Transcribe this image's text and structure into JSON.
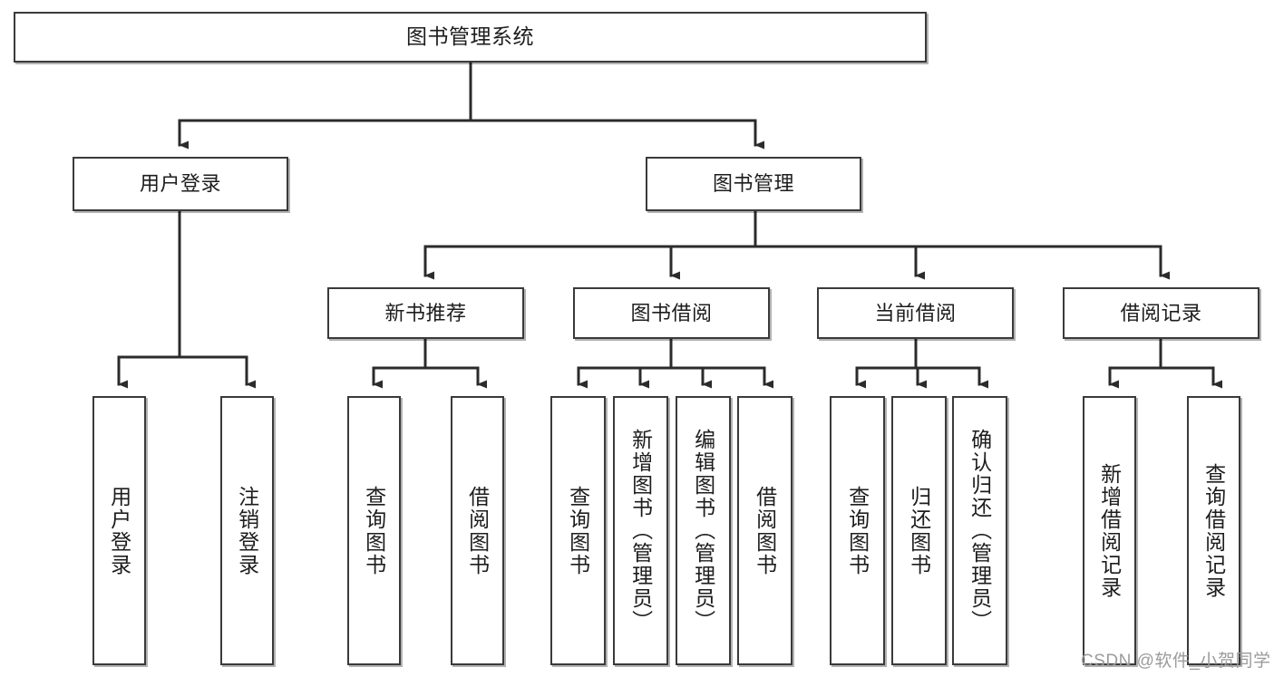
{
  "diagram": {
    "title": "图书管理系统",
    "type": "tree-hierarchy-chart",
    "root": {
      "label": "图书管理系统"
    },
    "level2": [
      {
        "label": "用户登录"
      },
      {
        "label": "图书管理"
      }
    ],
    "level3": [
      {
        "label": "新书推荐"
      },
      {
        "label": "图书借阅"
      },
      {
        "label": "当前借阅"
      },
      {
        "label": "借阅记录"
      }
    ],
    "leaves": {
      "user_login": [
        {
          "label": "用户登录"
        },
        {
          "label": "注销登录"
        }
      ],
      "new_book_recommend": [
        {
          "label": "查询图书"
        },
        {
          "label": "借阅图书"
        }
      ],
      "book_borrow": [
        {
          "label": "查询图书"
        },
        {
          "label": "新增图书（管理员）"
        },
        {
          "label": "编辑图书（管理员）"
        },
        {
          "label": "借阅图书"
        }
      ],
      "current_borrow": [
        {
          "label": "查询图书"
        },
        {
          "label": "归还图书"
        },
        {
          "label": "确认归还（管理员）"
        }
      ],
      "borrow_record": [
        {
          "label": "新增借阅记录"
        },
        {
          "label": "查询借阅记录"
        }
      ]
    }
  },
  "watermark": {
    "text": "CSDN @软件_小贺同学"
  },
  "colors": {
    "border": "#3a3a3a",
    "text": "#1d1d1d",
    "background": "#ffffff",
    "watermark": "#9b9b9b"
  }
}
